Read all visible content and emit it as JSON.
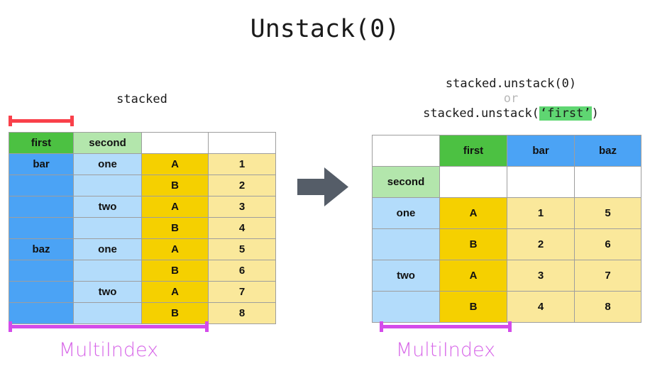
{
  "title": "Unstack(0)",
  "left_panel": {
    "caption": "stacked",
    "red_bracket_name": "level-0-bracket",
    "multiindex_label": "MultiIndex",
    "table": {
      "rows": [
        [
          {
            "text": "first",
            "style": "c-green"
          },
          {
            "text": "second",
            "style": "c-lgreen"
          },
          {
            "text": "",
            "style": "c-white"
          },
          {
            "text": "",
            "style": "c-white"
          }
        ],
        [
          {
            "text": "bar",
            "style": "c-blue"
          },
          {
            "text": "one",
            "style": "c-lblue"
          },
          {
            "text": "A",
            "style": "c-gold"
          },
          {
            "text": "1",
            "style": "c-lyel"
          }
        ],
        [
          {
            "text": "",
            "style": "c-blue"
          },
          {
            "text": "",
            "style": "c-lblue"
          },
          {
            "text": "B",
            "style": "c-gold"
          },
          {
            "text": "2",
            "style": "c-lyel"
          }
        ],
        [
          {
            "text": "",
            "style": "c-blue"
          },
          {
            "text": "two",
            "style": "c-lblue"
          },
          {
            "text": "A",
            "style": "c-gold"
          },
          {
            "text": "3",
            "style": "c-lyel"
          }
        ],
        [
          {
            "text": "",
            "style": "c-blue"
          },
          {
            "text": "",
            "style": "c-lblue"
          },
          {
            "text": "B",
            "style": "c-gold"
          },
          {
            "text": "4",
            "style": "c-lyel"
          }
        ],
        [
          {
            "text": "baz",
            "style": "c-blue"
          },
          {
            "text": "one",
            "style": "c-lblue"
          },
          {
            "text": "A",
            "style": "c-gold"
          },
          {
            "text": "5",
            "style": "c-lyel"
          }
        ],
        [
          {
            "text": "",
            "style": "c-blue"
          },
          {
            "text": "",
            "style": "c-lblue"
          },
          {
            "text": "B",
            "style": "c-gold"
          },
          {
            "text": "6",
            "style": "c-lyel"
          }
        ],
        [
          {
            "text": "",
            "style": "c-blue"
          },
          {
            "text": "two",
            "style": "c-lblue"
          },
          {
            "text": "A",
            "style": "c-gold"
          },
          {
            "text": "7",
            "style": "c-lyel"
          }
        ],
        [
          {
            "text": "",
            "style": "c-blue"
          },
          {
            "text": "",
            "style": "c-lblue"
          },
          {
            "text": "B",
            "style": "c-gold"
          },
          {
            "text": "8",
            "style": "c-lyel"
          }
        ]
      ]
    }
  },
  "arrow": {
    "name": "transform-arrow",
    "color": "#555D68"
  },
  "right_panel": {
    "code_line_1": "stacked.unstack(0)",
    "code_or": "or",
    "code_line_3_prefix": "stacked.unstack(",
    "code_line_3_arg": "‘first’",
    "code_line_3_suffix": ")",
    "multiindex_label": "MultiIndex",
    "table": {
      "rows": [
        [
          {
            "text": "",
            "style": "c-white"
          },
          {
            "text": "first",
            "style": "c-green"
          },
          {
            "text": "bar",
            "style": "c-blue-b"
          },
          {
            "text": "baz",
            "style": "c-blue-b"
          }
        ],
        [
          {
            "text": "second",
            "style": "c-lgreen"
          },
          {
            "text": "",
            "style": "c-white"
          },
          {
            "text": "",
            "style": "c-white"
          },
          {
            "text": "",
            "style": "c-white"
          }
        ],
        [
          {
            "text": "one",
            "style": "c-lblue"
          },
          {
            "text": "A",
            "style": "c-gold-b"
          },
          {
            "text": "1",
            "style": "c-lyel-b"
          },
          {
            "text": "5",
            "style": "c-lyel-b"
          }
        ],
        [
          {
            "text": "",
            "style": "c-lblue"
          },
          {
            "text": "B",
            "style": "c-gold-b"
          },
          {
            "text": "2",
            "style": "c-lyel-b"
          },
          {
            "text": "6",
            "style": "c-lyel-b"
          }
        ],
        [
          {
            "text": "two",
            "style": "c-lblue"
          },
          {
            "text": "A",
            "style": "c-gold-b"
          },
          {
            "text": "3",
            "style": "c-lyel-b"
          },
          {
            "text": "7",
            "style": "c-lyel-b"
          }
        ],
        [
          {
            "text": "",
            "style": "c-lblue"
          },
          {
            "text": "B",
            "style": "c-gold-b"
          },
          {
            "text": "4",
            "style": "c-lyel-b"
          },
          {
            "text": "8",
            "style": "c-lyel-b"
          }
        ]
      ]
    }
  },
  "colors": {
    "green": "#4CC142",
    "light_green": "#B3E6AC",
    "blue": "#4BA3F5",
    "light_blue": "#B3DCFB",
    "gold": "#F5D000",
    "light_yellow": "#FAE89B",
    "red_bracket": "#F9404A",
    "purple_bracket": "#D44BEA",
    "multiindex_text": "#D766E8",
    "arrow": "#555D68",
    "code_highlight": "#5FD672"
  }
}
